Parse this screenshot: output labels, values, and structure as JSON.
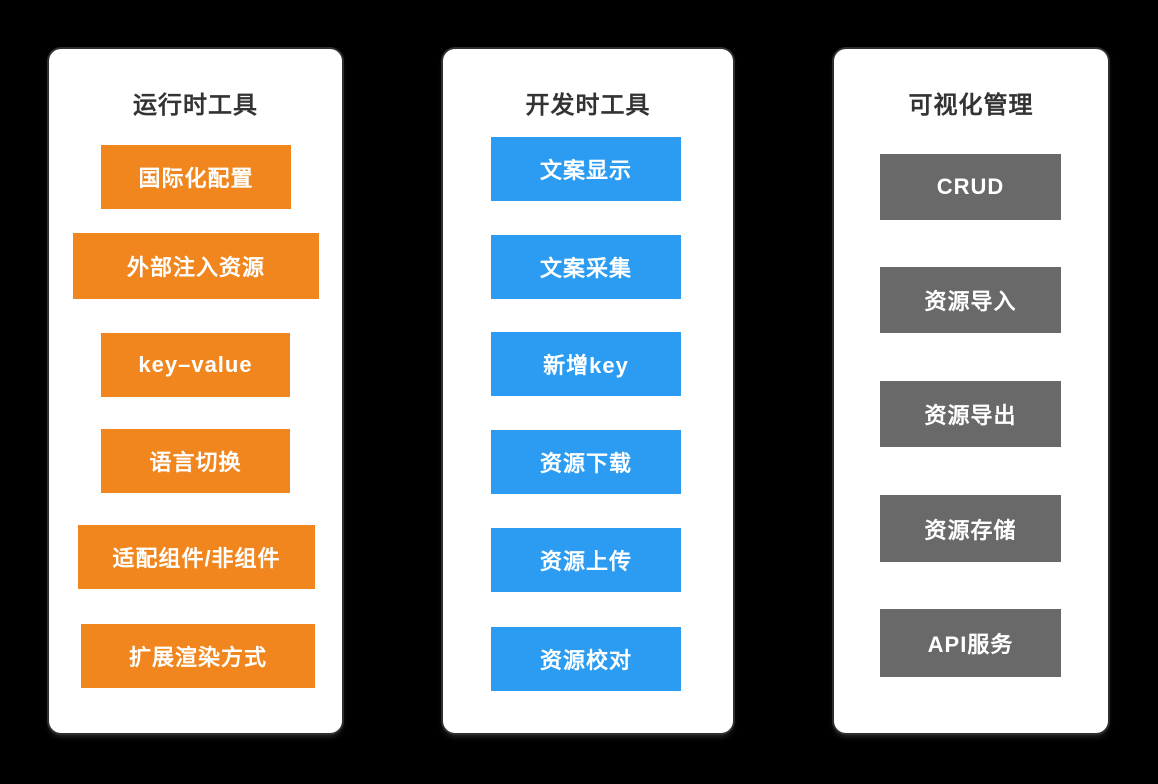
{
  "colors": {
    "background": "#000000",
    "card": "#ffffff",
    "title_text": "#333333",
    "box_text": "#ffffff",
    "runtime_accent": "#f0861d",
    "devtime_accent": "#2b9cf2",
    "manage_accent": "#696969"
  },
  "columns": [
    {
      "title": "运行时工具",
      "items": [
        "国际化配置",
        "外部注入资源",
        "key–value",
        "语言切换",
        "适配组件/非组件",
        "扩展渲染方式"
      ]
    },
    {
      "title": "开发时工具",
      "items": [
        "文案显示",
        "文案采集",
        "新增key",
        "资源下载",
        "资源上传",
        "资源校对"
      ]
    },
    {
      "title": "可视化管理",
      "items": [
        "CRUD",
        "资源导入",
        "资源导出",
        "资源存储",
        "API服务"
      ]
    }
  ]
}
